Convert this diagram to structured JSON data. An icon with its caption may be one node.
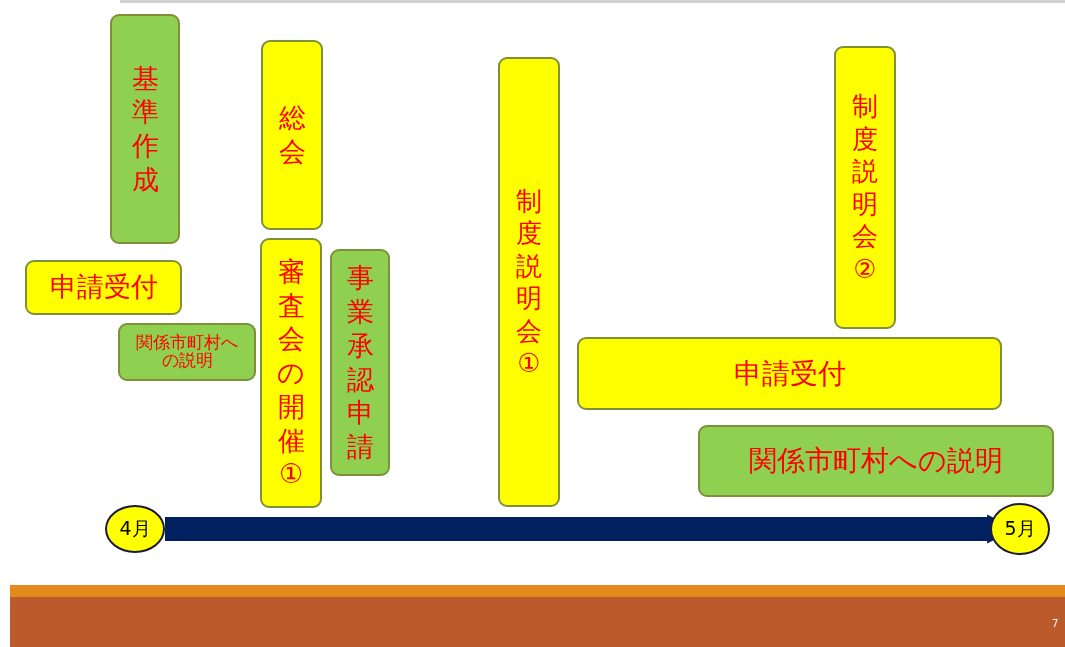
{
  "diagram": {
    "nodes": [
      {
        "text": [
          "基準作成"
        ]
      },
      {
        "text": [
          "総会"
        ]
      },
      {
        "text": [
          "申請受付"
        ]
      },
      {
        "text": [
          "関係市町村への説明"
        ]
      },
      {
        "text": [
          "審査会の開催①"
        ]
      },
      {
        "text": [
          "事業承認申請"
        ]
      },
      {
        "text": [
          "制度説明会①"
        ]
      },
      {
        "text": [
          "制度説明会②"
        ]
      },
      {
        "text": [
          "申請受付"
        ]
      },
      {
        "text": [
          "関係市町村への説明"
        ]
      },
      {
        "text": [
          "4月"
        ]
      },
      {
        "text": [
          "5月"
        ]
      }
    ],
    "edges": [
      {
        "from": 10,
        "to": 11,
        "arrow": "to"
      }
    ],
    "labels": [
      "7"
    ]
  }
}
